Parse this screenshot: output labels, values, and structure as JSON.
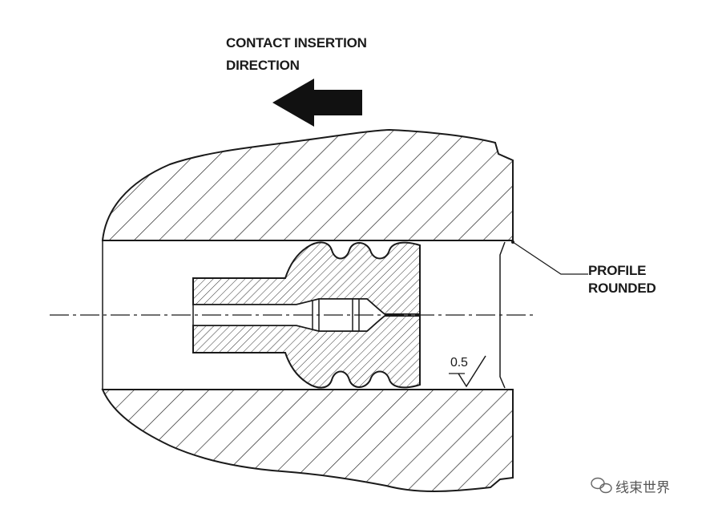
{
  "title_line1": "CONTACT INSERTION",
  "title_line2": "DIRECTION",
  "callout_line1": "PROFILE",
  "callout_line2": "ROUNDED",
  "surface_finish": "0.5",
  "watermark": "线束世界",
  "watermark_icon": "wechat-icon",
  "colors": {
    "ink": "#1a1a1a",
    "background": "#ffffff"
  }
}
